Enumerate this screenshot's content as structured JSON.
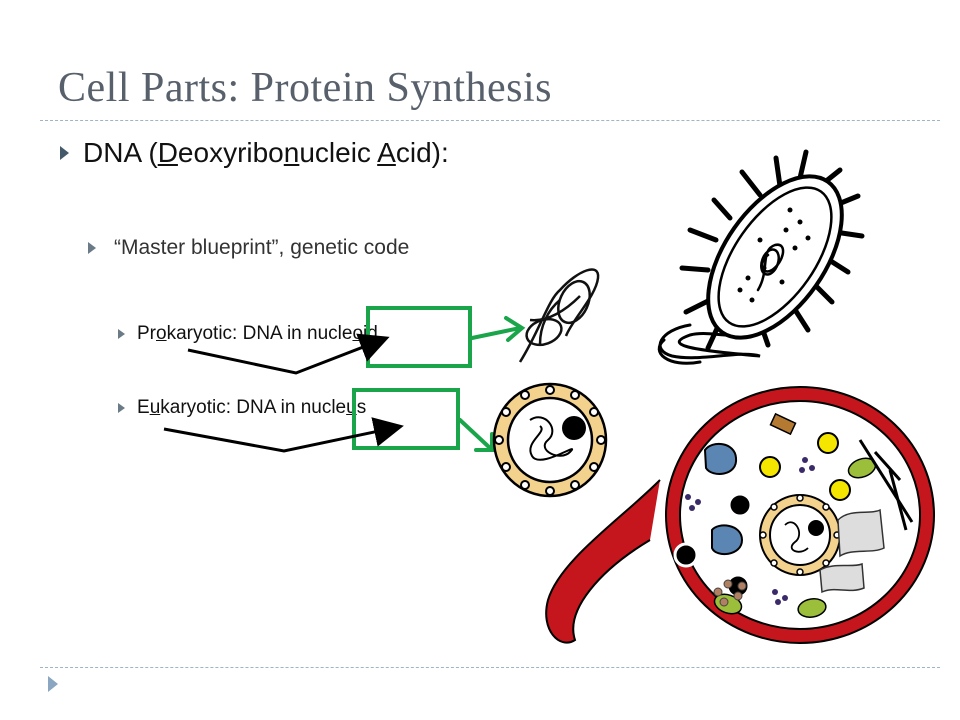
{
  "slide": {
    "title": "Cell Parts: Protein Synthesis",
    "bullet1": {
      "pre": "DNA (",
      "u1": "D",
      "mid1": "eoxyribo",
      "u2": "n",
      "mid2": "ucleic ",
      "u3": "A",
      "post": "cid):"
    },
    "bullet2": "“Master blueprint”, genetic code",
    "bullet3": {
      "pre": "Pr",
      "u1": "o",
      "mid1": "karyotic: DNA in nucle",
      "u2": "o",
      "post": "id"
    },
    "bullet4": {
      "pre": "E",
      "u1": "u",
      "mid1": "karyotic: DNA in nucle",
      "u2": "u",
      "post": "s"
    }
  },
  "colors": {
    "title": "#57606b",
    "highlight_box": "#1aa54a",
    "nucleus_ring": "#f3d28e",
    "cell_wall": "#c4161c",
    "vacuole": "#5b86b3",
    "lysosome": "#f5e600",
    "mitochondria": "#9bbf3a"
  },
  "icons": [
    "triangle-bullet-icon",
    "prokaryote-icon",
    "nucleoid-icon",
    "nucleus-icon",
    "eukaryote-cell-icon"
  ]
}
